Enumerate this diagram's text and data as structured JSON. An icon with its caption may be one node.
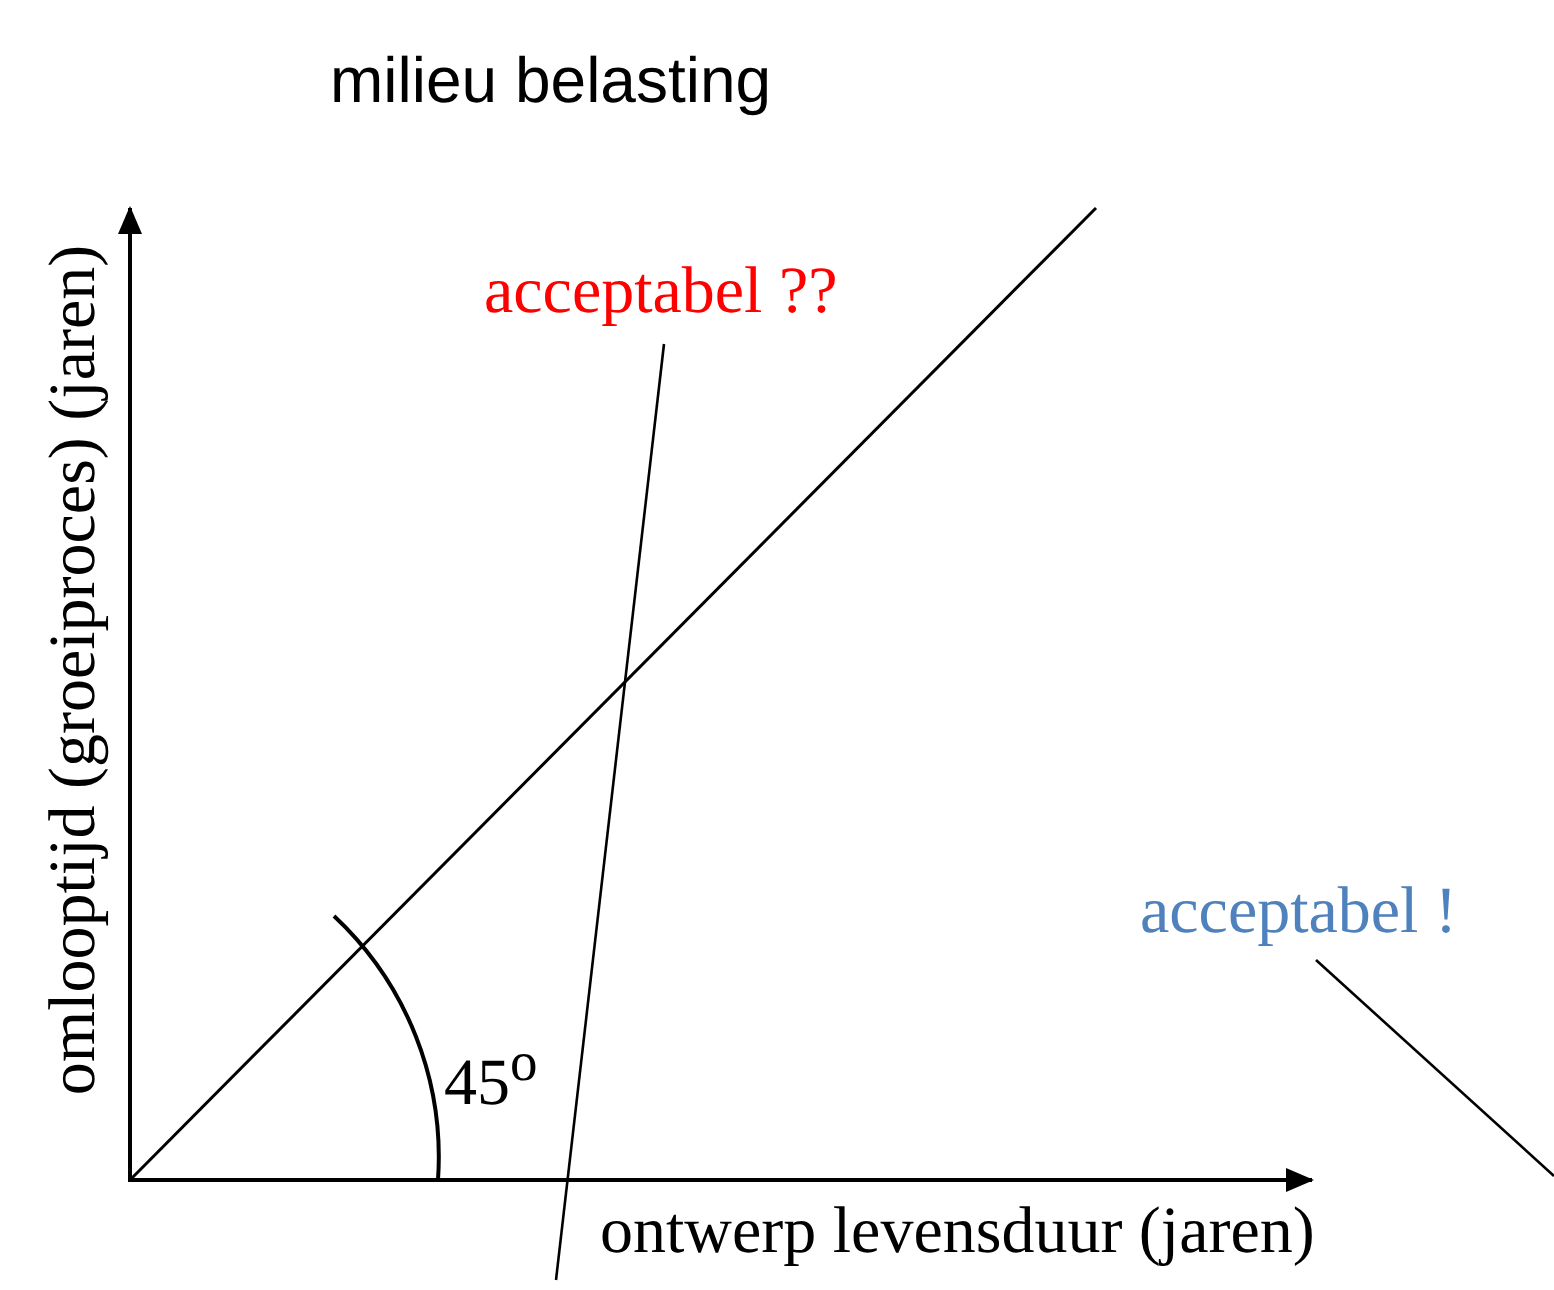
{
  "diagram": {
    "title": "milieu belasting",
    "nodes": [
      {
        "text": [
          "acceptabel ??"
        ]
      },
      {
        "text": [
          "acceptabel !"
        ]
      }
    ],
    "edges": [
      {
        "from": 0,
        "to": null,
        "arrow": "none"
      },
      {
        "from": 1,
        "to": null,
        "arrow": "none"
      }
    ],
    "labels": [
      "omlooptijd (groeiproces) (jaren)",
      "45$^{o}$",
      "ontwerp levensduur (jaren)"
    ]
  }
}
